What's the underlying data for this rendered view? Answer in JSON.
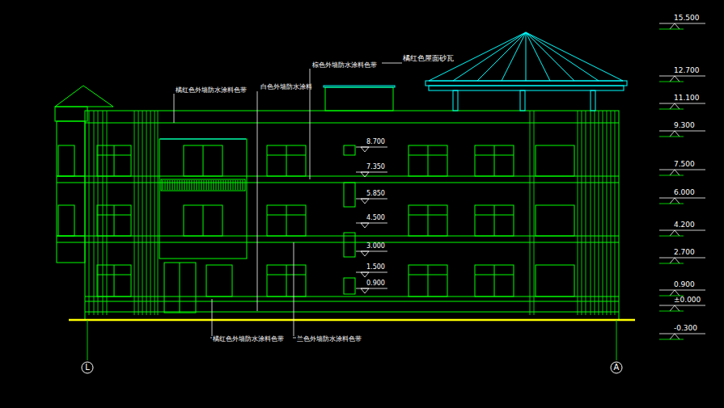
{
  "diagram": {
    "nodes": [
      {
        "text": [
          "L"
        ]
      },
      {
        "text": [
          "A"
        ]
      }
    ],
    "labels": [
      "橘红色屋面砂瓦",
      "棕色外墙防水涂料色带",
      "白色外墙防水涂料",
      "橘红色外墙防水涂料色带",
      "橘红色外墙防水涂料色带",
      "兰色外墙防水涂料色带",
      "15.500",
      "12.700",
      "11.100",
      "9.300",
      "7.500",
      "6.000",
      "4.200",
      "2.700",
      "0.900",
      "±0.000",
      "-0.300",
      "8.700",
      "7.350",
      "5.850",
      "4.500",
      "3.000",
      "1.500",
      "0.900"
    ]
  }
}
